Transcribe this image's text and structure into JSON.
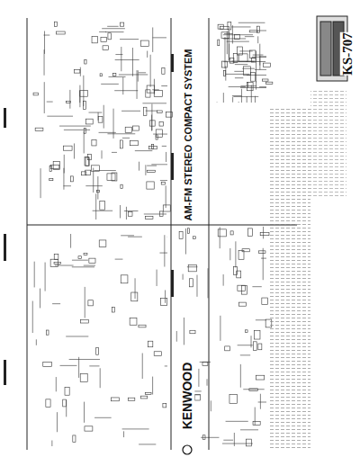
{
  "diagram": {
    "title": "AM-FM STEREO COMPACT SYSTEM",
    "labels": [
      "KENWOOD",
      "KS-707"
    ]
  }
}
